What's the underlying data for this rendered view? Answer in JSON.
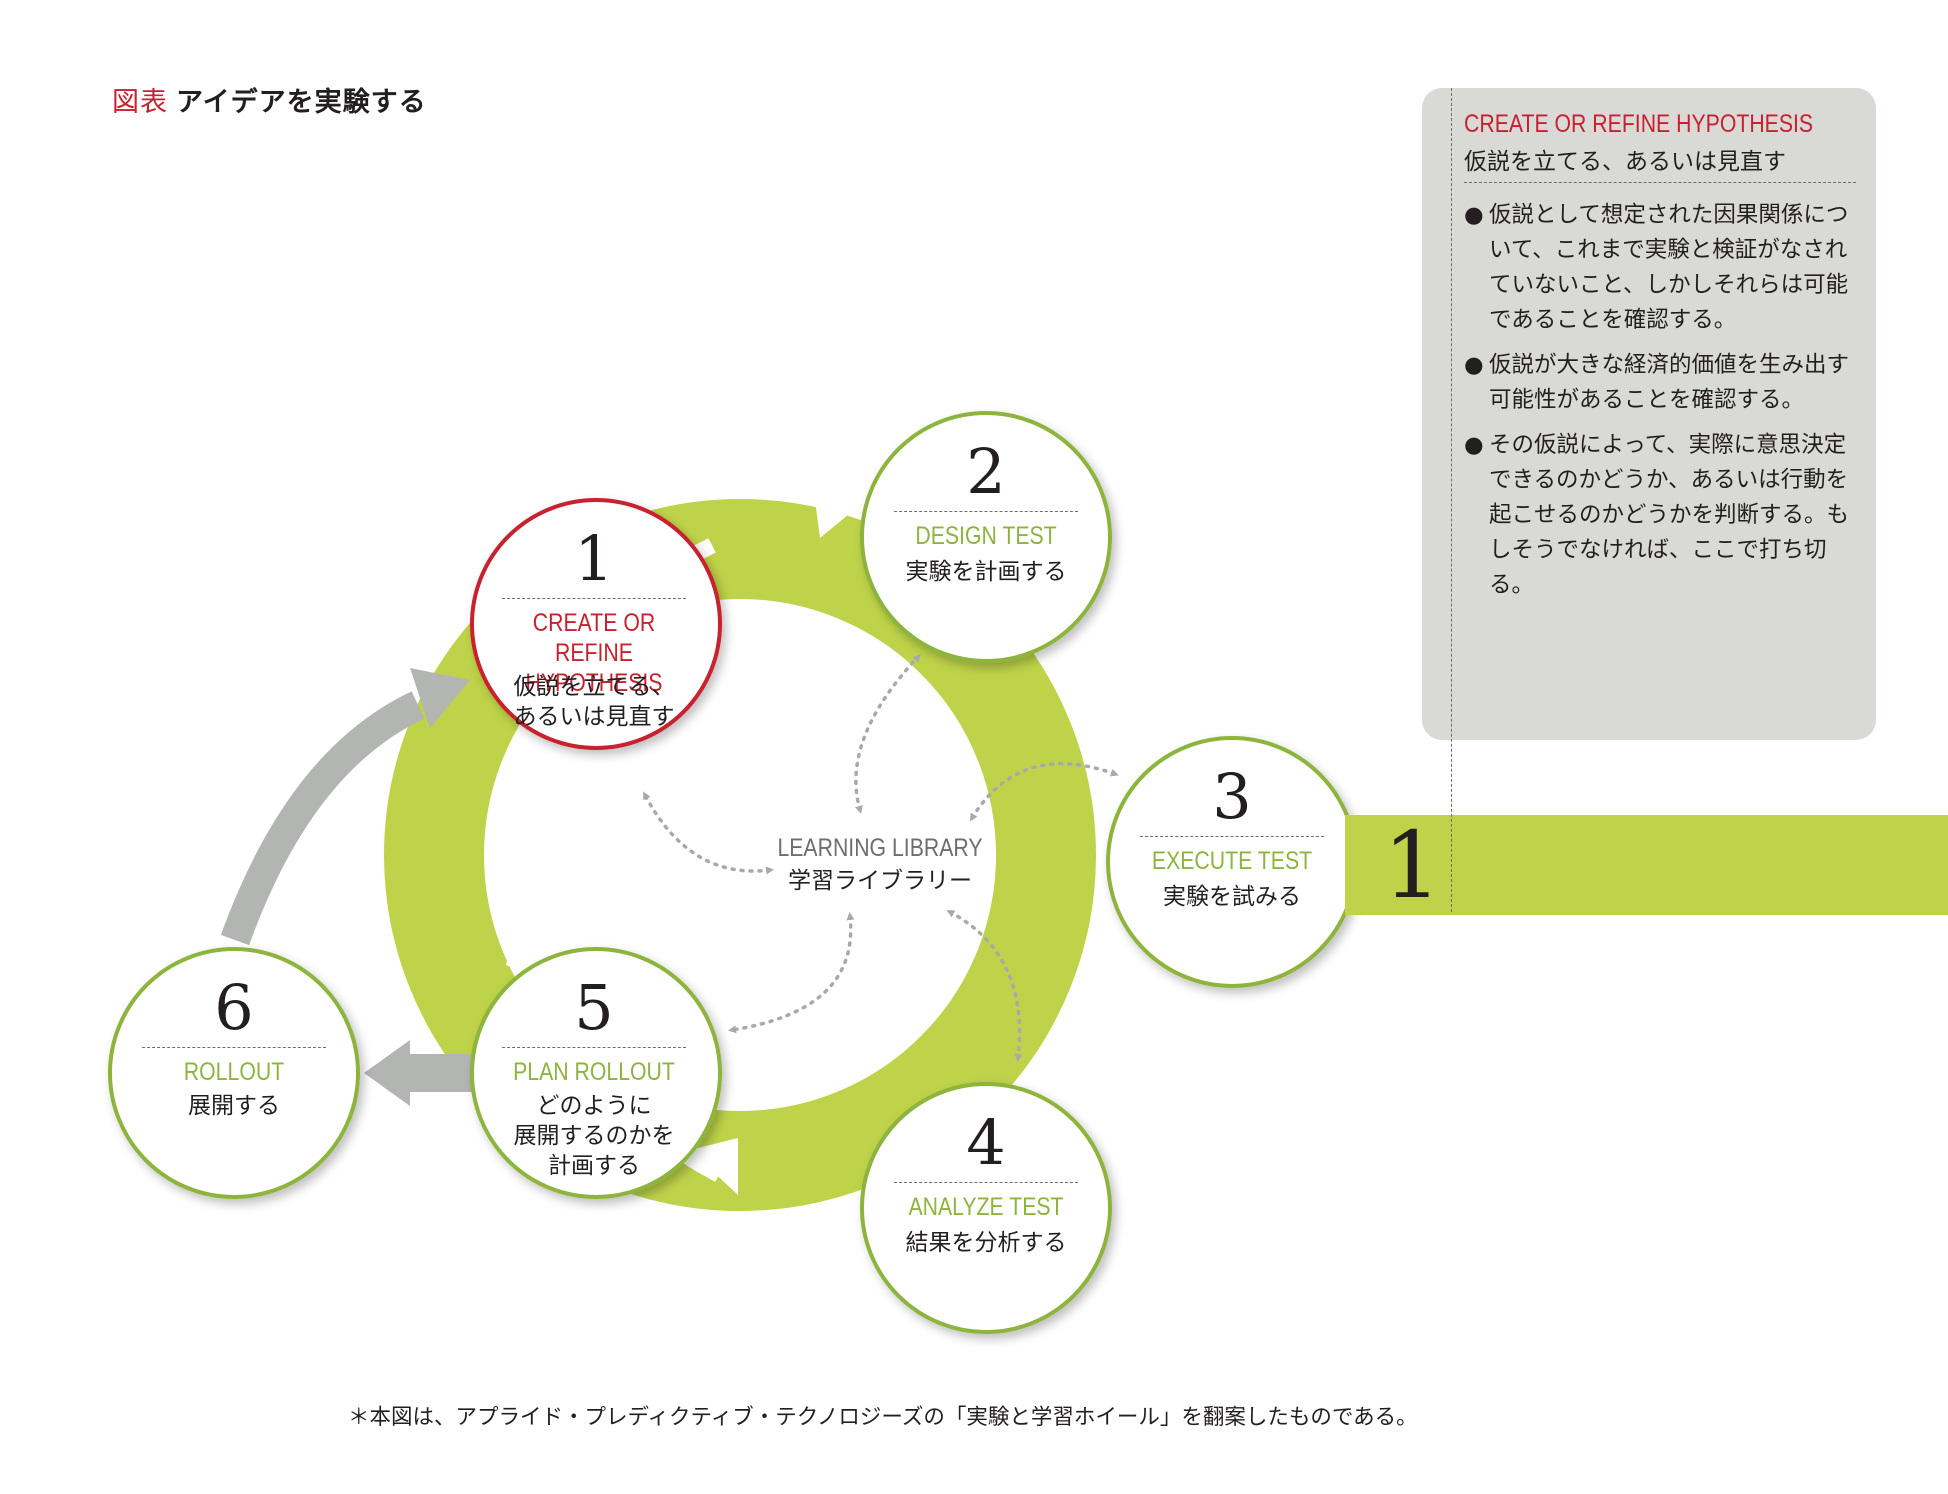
{
  "title": {
    "label": "図表",
    "text": "アイデアを実験する"
  },
  "nodes": [
    {
      "number": "1",
      "en": "CREATE OR\nREFINE HYPOTHESIS",
      "ja": "仮説を立てる、\nあるいは見直す"
    },
    {
      "number": "2",
      "en": "DESIGN TEST",
      "ja": "実験を計画する"
    },
    {
      "number": "3",
      "en": "EXECUTE TEST",
      "ja": "実験を試みる"
    },
    {
      "number": "4",
      "en": "ANALYZE TEST",
      "ja": "結果を分析する"
    },
    {
      "number": "5",
      "en": "PLAN ROLLOUT",
      "ja": "どのように\n展開するのかを\n計画する"
    },
    {
      "number": "6",
      "en": "ROLLOUT",
      "ja": "展開する"
    }
  ],
  "library": {
    "en": "LEARNING LIBRARY",
    "ja": "学習ライブラリー"
  },
  "panel": {
    "heading_en": "CREATE OR REFINE HYPOTHESIS",
    "heading_ja": "仮説を立てる、あるいは見直す",
    "bullets": [
      "仮説として想定された因果関係について、これまで実験と検証がなされていないこと、しかしそれらは可能であることを確認する。",
      "仮説が大きな経済的価値を生み出す可能性があることを確認する。",
      "その仮説によって、実際に意思決定できるのかどうか、あるいは行動を起こせるのかどうかを判断する。もしそうでなければ、ここで打ち切る。"
    ]
  },
  "bar_number": "1",
  "footnote": "＊本図は、アプライド・プレディクティブ・テクノロジーズの「実験と学習ホイール」を翻案したものである。",
  "colors": {
    "accent": "#c8202f",
    "green": "#8db43c",
    "ring": "#bed349",
    "gray_arrow": "#b3b5b2",
    "panel": "#d9d9d6"
  }
}
